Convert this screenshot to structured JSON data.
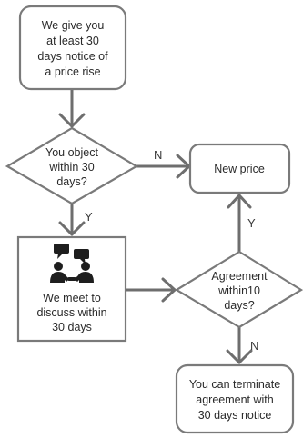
{
  "nodes": {
    "notice": {
      "lines": [
        "We give you",
        "at least 30",
        "days notice of",
        "a price rise"
      ]
    },
    "object_decision": {
      "lines": [
        "You object",
        "within 30",
        "days?"
      ]
    },
    "new_price": {
      "lines": [
        "New price"
      ]
    },
    "meet": {
      "lines": [
        "We meet to",
        "discuss within",
        "30 days"
      ],
      "icon": "meeting-people-icon"
    },
    "agreement_decision": {
      "lines": [
        "Agreement",
        "within10",
        "days?"
      ]
    },
    "terminate": {
      "lines": [
        "You can terminate",
        "agreement with",
        "30 days notice"
      ]
    }
  },
  "edges": {
    "object_no": "N",
    "object_yes": "Y",
    "agreement_yes": "Y",
    "agreement_no": "N"
  },
  "colors": {
    "stroke": "#7a7a7a",
    "line": "#6e6e6e",
    "text": "#2a2a2a",
    "icon": "#1e1e1e"
  }
}
